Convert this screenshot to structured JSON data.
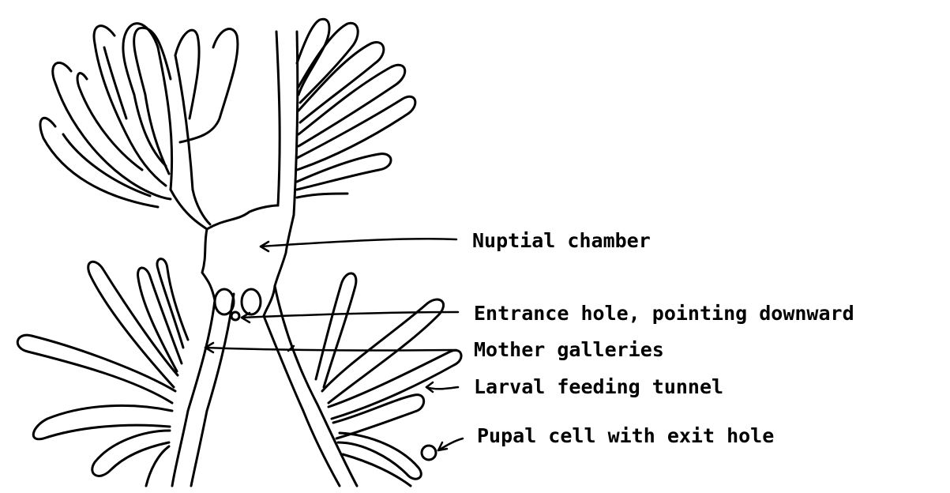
{
  "diagram": {
    "labels": {
      "nuptial_chamber": "Nuptial chamber",
      "entrance_hole": "Entrance hole, pointing downward",
      "mother_galleries": "Mother galleries",
      "larval_feeding_tunnel": "Larval feeding tunnel",
      "pupal_cell": "Pupal cell with exit hole"
    },
    "colors": {
      "ink": "#000000",
      "background": "#ffffff"
    }
  }
}
